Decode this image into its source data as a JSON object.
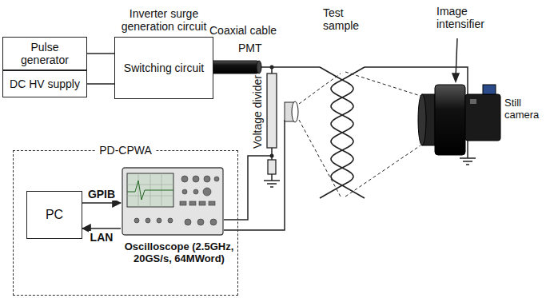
{
  "diagram": {
    "nodes": [
      {
        "text": [
          "Pulse generator"
        ]
      },
      {
        "text": [
          "DC HV supply"
        ]
      },
      {
        "text": [
          "Inverter surge generation circuit",
          "Switching circuit"
        ]
      },
      {
        "text": [
          "PD-CPWA"
        ]
      },
      {
        "text": [
          "PC"
        ],
        "in": 3
      },
      {
        "text": [
          "Oscilloscope (2.5GHz, 20GS/s, 64MWord)"
        ],
        "in": 3
      }
    ],
    "edges": [
      {
        "from": 0,
        "to": 2,
        "arrow": "none"
      },
      {
        "from": 1,
        "to": 2,
        "arrow": "none"
      },
      {
        "from": 4,
        "to": 5,
        "arrow": "to",
        "label": "GPIB"
      },
      {
        "from": 5,
        "to": 4,
        "arrow": "to",
        "label": "LAN"
      }
    ],
    "labels": [
      "Coaxial cable",
      "PMT",
      "Voltage divider",
      "Test sample",
      "Image intensifier",
      "Still camera"
    ]
  }
}
